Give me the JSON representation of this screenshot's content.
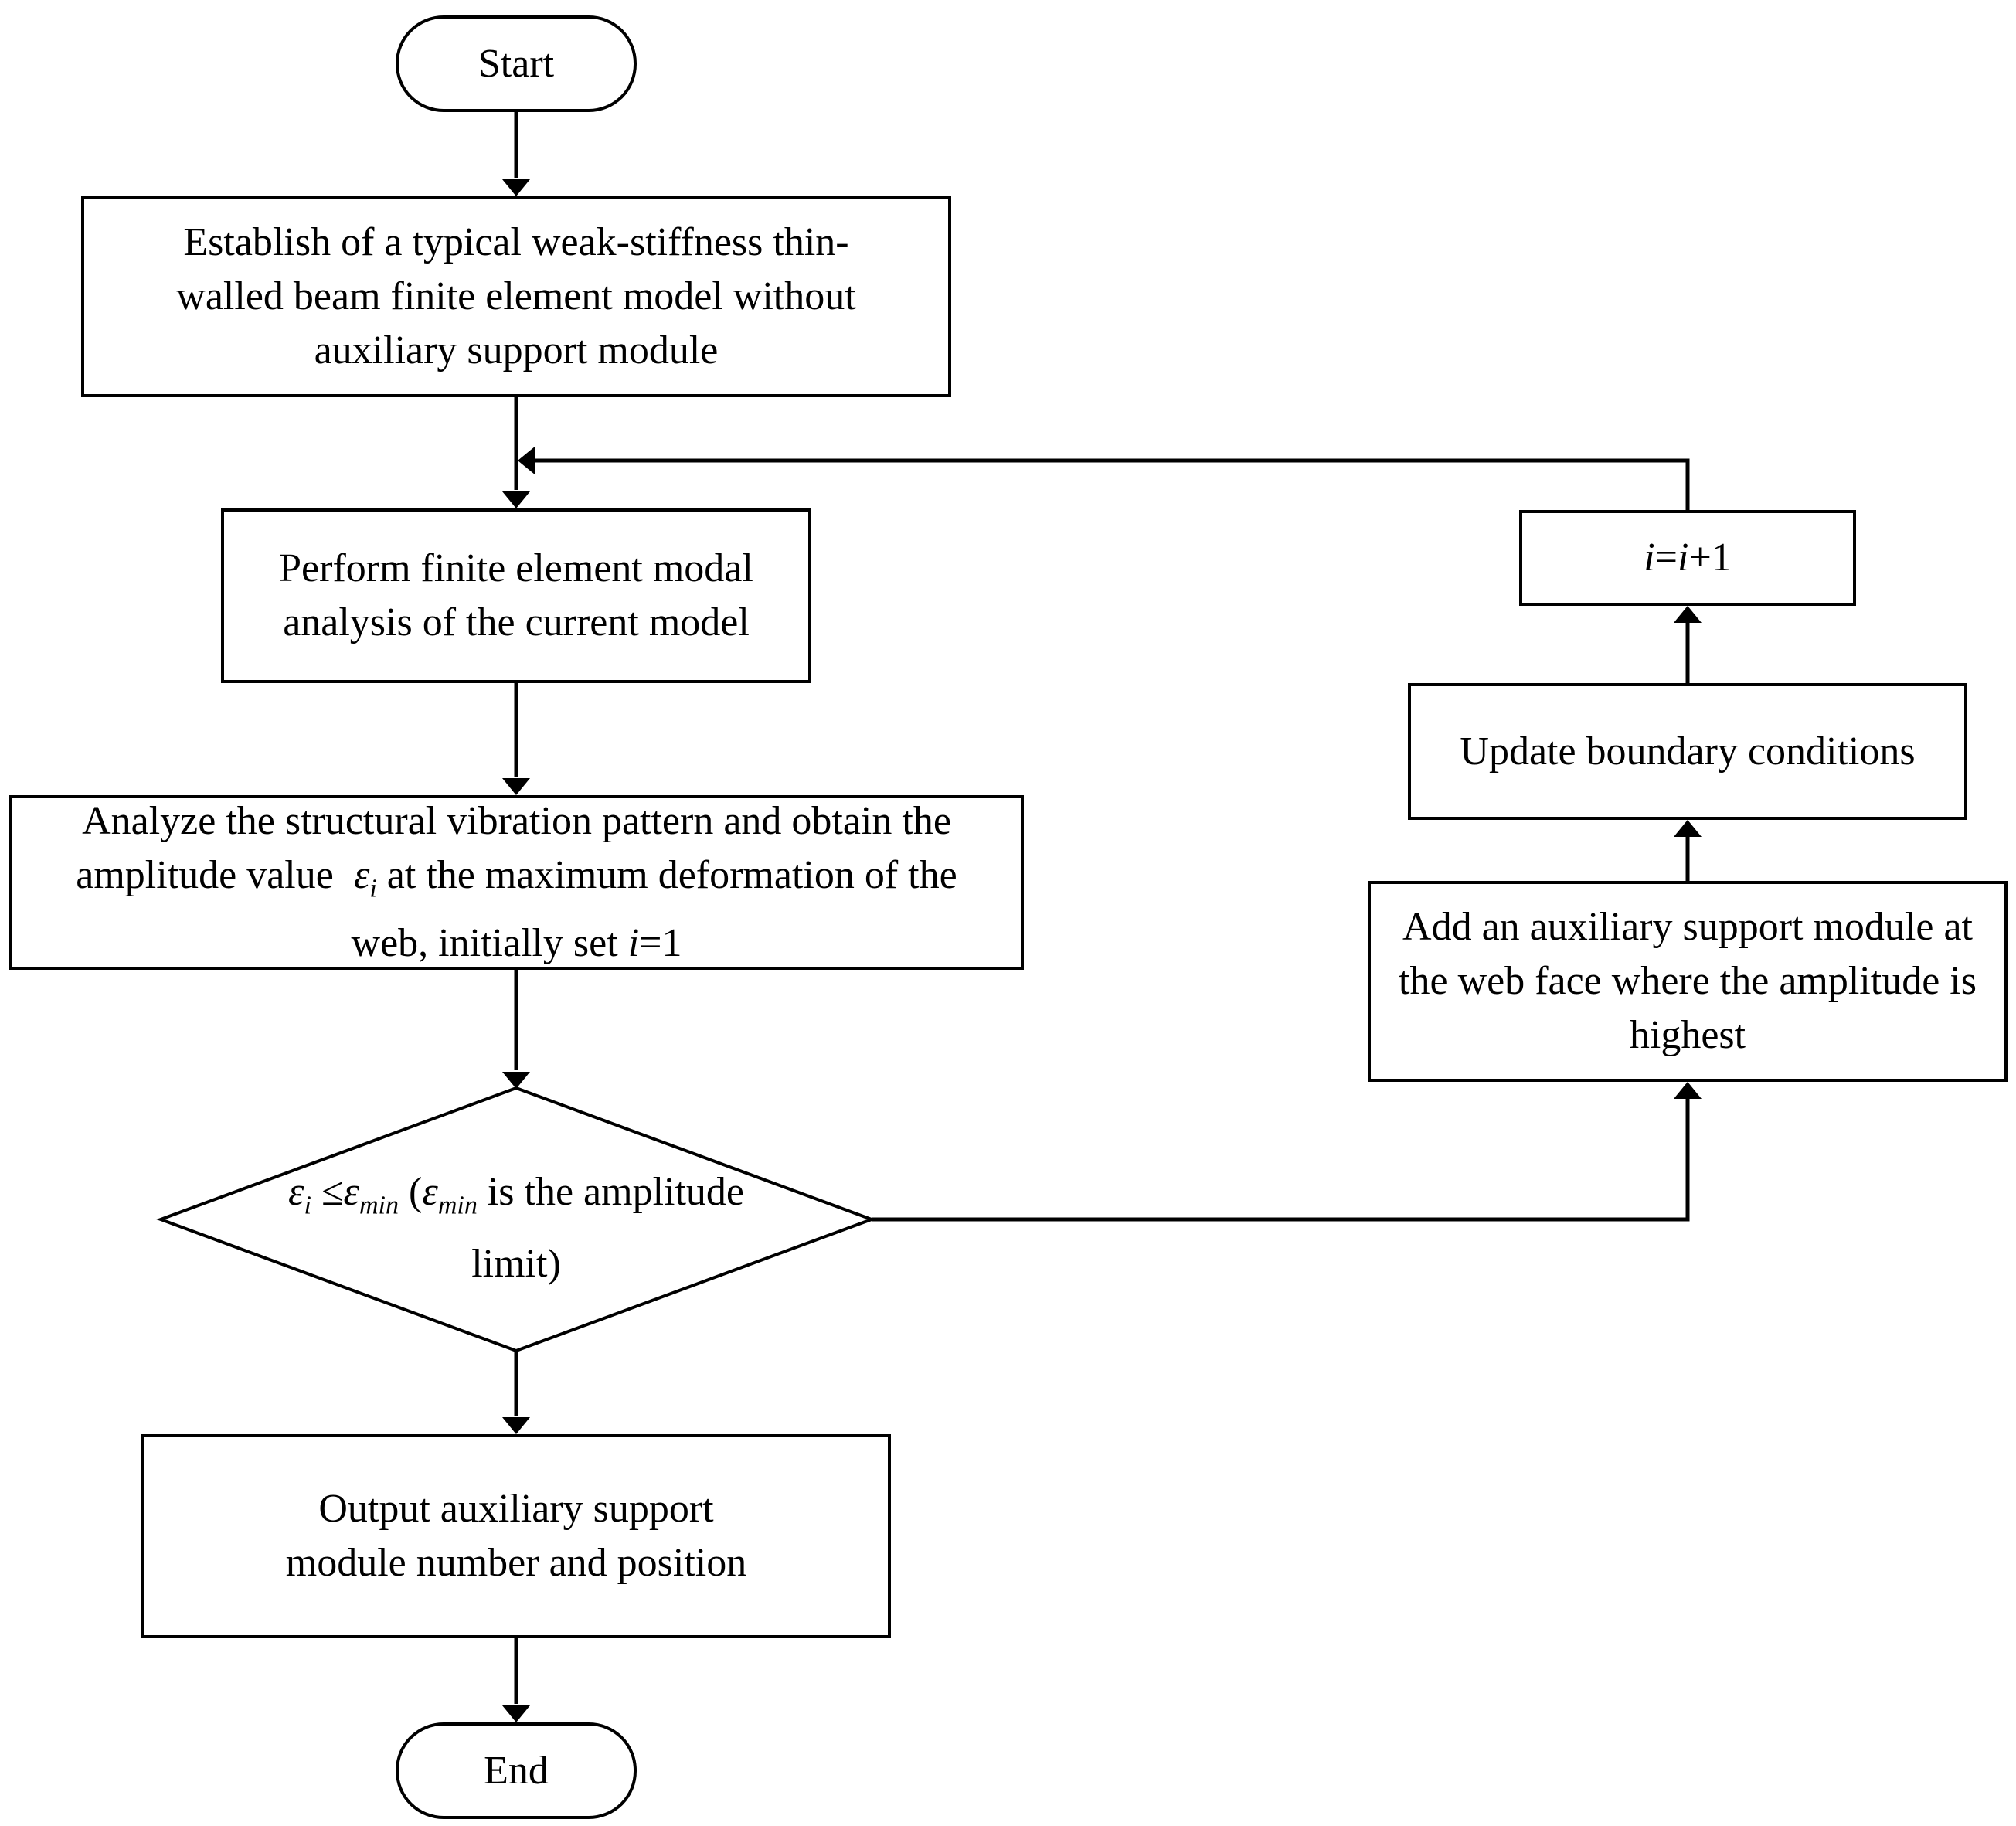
{
  "nodes": {
    "start": {
      "label": "Start"
    },
    "establish": {
      "label": "Establish of a typical weak-stiffness thin-walled beam finite element model without auxiliary support module"
    },
    "modal": {
      "label": "Perform finite element modal analysis of the current model"
    },
    "analyze": {
      "line1": "Analyze the structural vibration pattern and obtain the",
      "line2_pre": "amplitude value",
      "eps": "ε",
      "sub_i": "i",
      "line2_post": "at the maximum deformation of the",
      "line3_pre": "web, initially set",
      "var_i": "i",
      "line3_post": "=1"
    },
    "decision": {
      "eps": "ε",
      "sub_i": "i",
      "leq": "≤",
      "sub_min": "min",
      "paren_open": "(",
      "tail": "is the amplitude",
      "line2": "limit)"
    },
    "output": {
      "label": "Output auxiliary support module number and position"
    },
    "end": {
      "label": "End"
    },
    "add": {
      "label": "Add an auxiliary support module at the web face where the amplitude is highest"
    },
    "update": {
      "label": "Update boundary conditions"
    },
    "increment": {
      "var_a": "i",
      "eq": "=",
      "var_b": "i",
      "plus": "+1"
    }
  }
}
